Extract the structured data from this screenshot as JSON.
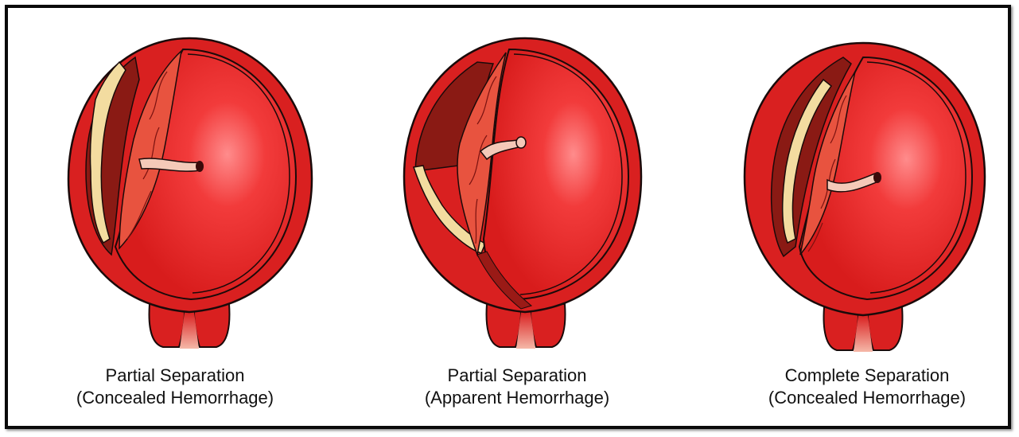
{
  "colors": {
    "uterus_wall": "#d92020",
    "wall_outline": "#1a0a0a",
    "amniotic_sac": "#ee2f2f",
    "sac_highlight": "#ff9a9a",
    "clot": "#8a1a14",
    "placenta": "#e8533f",
    "decidua": "#f3dca0",
    "cord": "#f4c9b8"
  },
  "panels": [
    {
      "name": "partial-concealed",
      "line1": "Partial Separation",
      "line2": "(Concealed Hemorrhage)"
    },
    {
      "name": "partial-apparent",
      "line1": "Partial Separation",
      "line2": "(Apparent Hemorrhage)"
    },
    {
      "name": "complete-concealed",
      "line1": "Complete Separation",
      "line2": "(Concealed Hemorrhage)"
    }
  ]
}
